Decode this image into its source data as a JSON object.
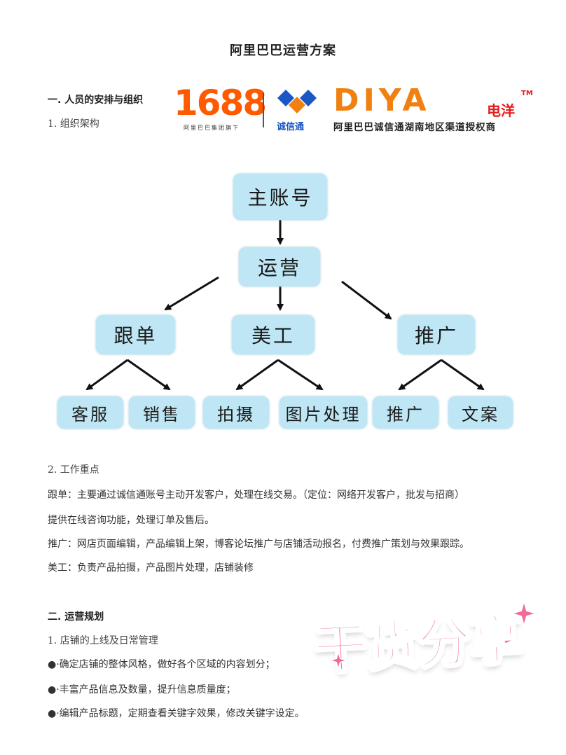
{
  "title": "阿里巴巴运营方案",
  "section1": {
    "heading": "一. 人员的安排与组织",
    "sub1": "1. 组织架构",
    "sub2": "2. 工作重点",
    "lines": [
      "跟单：主要通过诚信通账号主动开发客户，处理在线交易。（定位：网络开发客户，批发与招商）",
      "提供在线咨询功能，处理订单及售后。",
      "推广：网店页面编辑，产品编辑上架，博客论坛推广与店铺活动报名，付费推广策划与效果跟踪。",
      "美工：负责产品拍摄，产品图片处理，店铺装修"
    ]
  },
  "logo": {
    "brand_1688": "1688",
    "brand_1688_sub": "阿里巴巴集团旗下",
    "chengxintong": "诚信通",
    "diya": "DIYA",
    "diya_cn": "电洋",
    "tm": "TM",
    "diya_sub": "阿里巴巴诚信通湖南地区渠道授权商",
    "colors": {
      "orange": "#ff5a00",
      "blue": "#1a56c4",
      "red": "#e41c1c"
    }
  },
  "org": {
    "root": "主账号",
    "level2": "运营",
    "level3": [
      "跟单",
      "美工",
      "推广"
    ],
    "level4": [
      "客服",
      "销售",
      "拍摄",
      "图片处理",
      "推广",
      "文案"
    ],
    "box_color": "#bfe6f4"
  },
  "section2": {
    "heading": "二. 运营规划",
    "sub1": "1. 店铺的上线及日常管理",
    "bullets": [
      "●·确定店铺的整体风格，做好各个区域的内容划分；",
      "●·丰富产品信息及数量，提升信息质量度；",
      "●·编辑产品标题，定期查看关键字效果，修改关键字设定。"
    ]
  },
  "sticker": {
    "text": "干货分享",
    "color": "#f06b9a"
  }
}
